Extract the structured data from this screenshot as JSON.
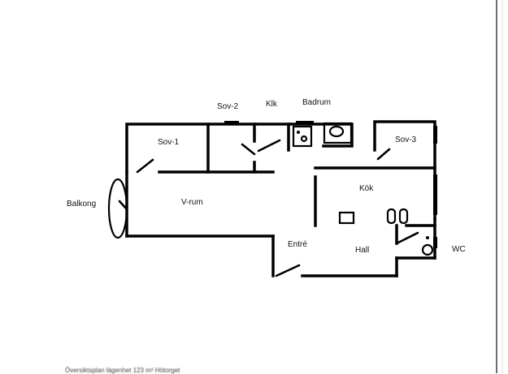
{
  "rooms": {
    "sov1": "Sov-1",
    "sov2": "Sov-2",
    "klk": "Klk",
    "badrum": "Badrum",
    "sov3": "Sov-3",
    "balkong": "Balkong",
    "vrum": "V-rum",
    "kok": "Kök",
    "entre": "Entré",
    "hall": "Hall",
    "wc": "WC"
  },
  "caption": "Översiktsplan lägenhet 123 m² Hötorget"
}
